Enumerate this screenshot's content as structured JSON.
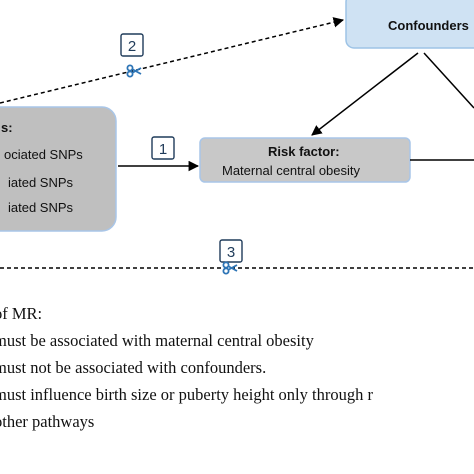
{
  "nodes": {
    "confounders": {
      "label": "Confounders"
    },
    "instruments": {
      "title": "s:",
      "lines": [
        "ociated SNPs",
        "iated SNPs",
        "iated SNPs"
      ]
    },
    "risk_factor": {
      "title": "Risk factor:",
      "subtitle": "Maternal central obesity"
    }
  },
  "assumption_markers": [
    "1",
    "2",
    "3"
  ],
  "assumptions_text": {
    "heading": "of MR:",
    "items": [
      "must be associated with maternal central obesity",
      "must not be associated with confounders.",
      "must influence birth size or puberty height only through r",
      " other pathways"
    ]
  },
  "colors": {
    "confounders_fill": "#cfe2f3",
    "confounders_stroke": "#9dc3e6",
    "instruments_fill": "#bfbfbf",
    "instruments_stroke": "#a9c6e8",
    "risk_fill": "#c8c8c8",
    "risk_stroke": "#a9c6e8",
    "marker_stroke": "#1f3b5a",
    "scissor": "#2e75b6"
  }
}
